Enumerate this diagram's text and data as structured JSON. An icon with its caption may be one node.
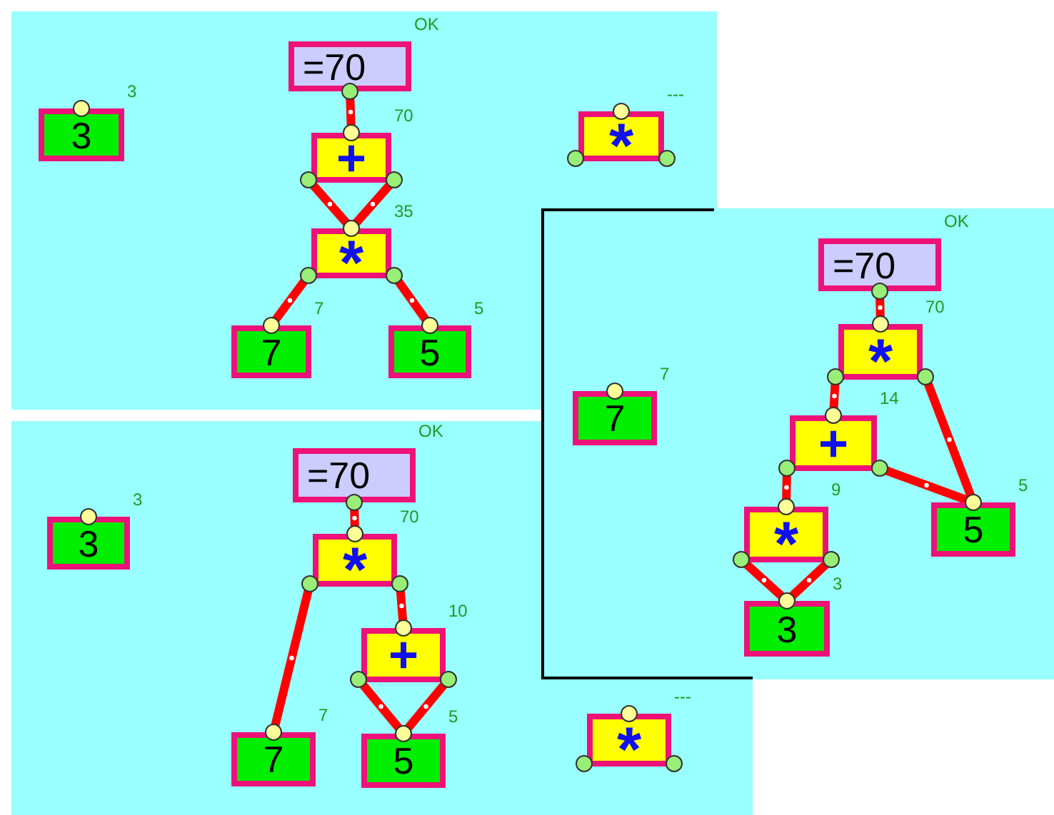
{
  "diagram": {
    "nodes": [
      {
        "text": [
          "=70"
        ],
        "beside": [
          "OK"
        ]
      },
      {
        "text": [
          "3"
        ],
        "beside": [
          "3"
        ]
      },
      {
        "text": [
          "+"
        ],
        "beside": [
          "70"
        ]
      },
      {
        "text": [
          "*"
        ],
        "beside": [
          "---"
        ]
      },
      {
        "text": [
          "*"
        ],
        "beside": [
          "35"
        ]
      },
      {
        "text": [
          "7"
        ],
        "beside": [
          "7"
        ]
      },
      {
        "text": [
          "5"
        ],
        "beside": [
          "5"
        ]
      },
      {
        "text": [
          "=70"
        ],
        "beside": [
          "OK"
        ]
      },
      {
        "text": [
          "7"
        ],
        "beside": [
          "7"
        ]
      },
      {
        "text": [
          "*"
        ],
        "beside": [
          "70"
        ]
      },
      {
        "text": [
          "+"
        ],
        "beside": [
          "14"
        ]
      },
      {
        "text": [
          "5"
        ],
        "beside": [
          "5"
        ]
      },
      {
        "text": [
          "*"
        ],
        "beside": [
          "9"
        ]
      },
      {
        "text": [
          "3"
        ],
        "beside": [
          "3"
        ]
      },
      {
        "text": [
          "=70"
        ],
        "beside": [
          "OK"
        ]
      },
      {
        "text": [
          "3"
        ],
        "beside": [
          "3"
        ]
      },
      {
        "text": [
          "*"
        ],
        "beside": [
          "70"
        ]
      },
      {
        "text": [
          "+"
        ],
        "beside": [
          "10"
        ]
      },
      {
        "text": [
          "7"
        ],
        "beside": [
          "7"
        ]
      },
      {
        "text": [
          "5"
        ],
        "beside": [
          "5"
        ]
      },
      {
        "text": [
          "*"
        ],
        "beside": [
          "---"
        ]
      }
    ],
    "edges": [
      {
        "from": 2,
        "to": 0,
        "arrow": "none"
      },
      {
        "from": 4,
        "to": 2,
        "arrow": "none"
      },
      {
        "from": 4,
        "to": 2,
        "arrow": "none"
      },
      {
        "from": 5,
        "to": 4,
        "arrow": "none"
      },
      {
        "from": 6,
        "to": 4,
        "arrow": "none"
      },
      {
        "from": 9,
        "to": 7,
        "arrow": "none"
      },
      {
        "from": 10,
        "to": 9,
        "arrow": "none"
      },
      {
        "from": 11,
        "to": 9,
        "arrow": "none"
      },
      {
        "from": 12,
        "to": 10,
        "arrow": "none"
      },
      {
        "from": 11,
        "to": 10,
        "arrow": "none"
      },
      {
        "from": 13,
        "to": 12,
        "arrow": "none"
      },
      {
        "from": 13,
        "to": 12,
        "arrow": "none"
      },
      {
        "from": 16,
        "to": 14,
        "arrow": "none"
      },
      {
        "from": 18,
        "to": 16,
        "arrow": "none"
      },
      {
        "from": 17,
        "to": 16,
        "arrow": "none"
      },
      {
        "from": 19,
        "to": 17,
        "arrow": "none"
      },
      {
        "from": 19,
        "to": 17,
        "arrow": "none"
      }
    ]
  }
}
